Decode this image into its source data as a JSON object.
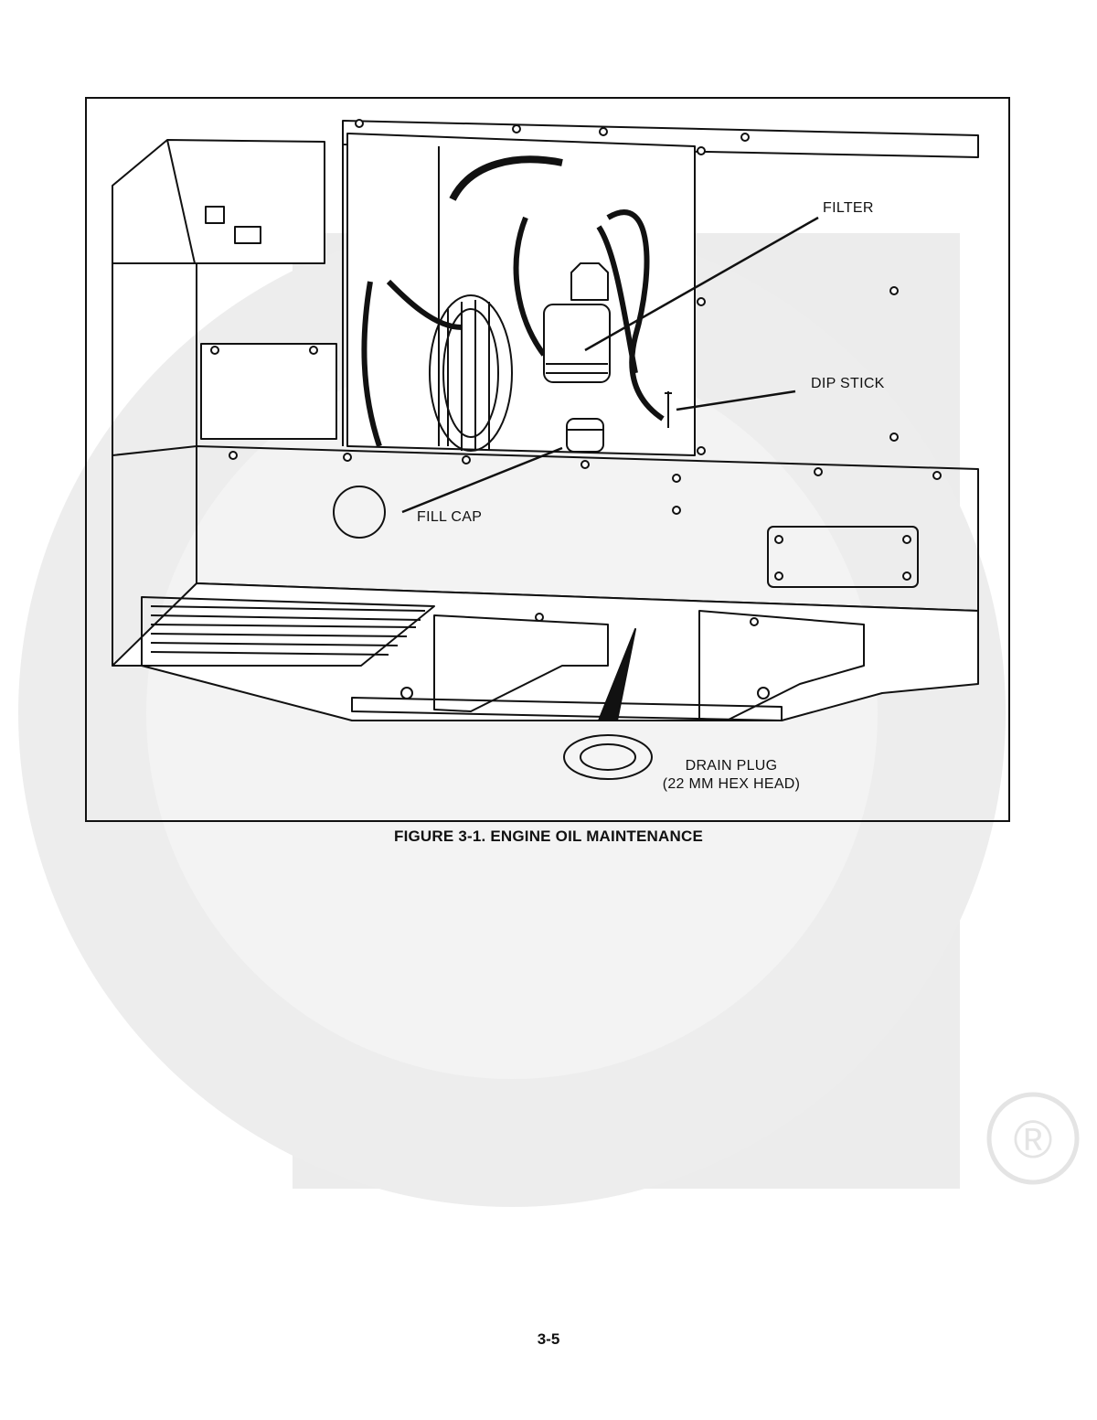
{
  "watermark": {
    "mark_symbol": "®",
    "color": "#ebebeb"
  },
  "figure": {
    "callouts": {
      "filter": "FILTER",
      "dip_stick": "DIP STICK",
      "fill_cap": "FILL CAP",
      "drain_plug_line1": "DRAIN PLUG",
      "drain_plug_line2": "(22 MM HEX HEAD)"
    },
    "caption": "FIGURE 3-1. ENGINE OIL MAINTENANCE"
  },
  "page_number": "3-5"
}
